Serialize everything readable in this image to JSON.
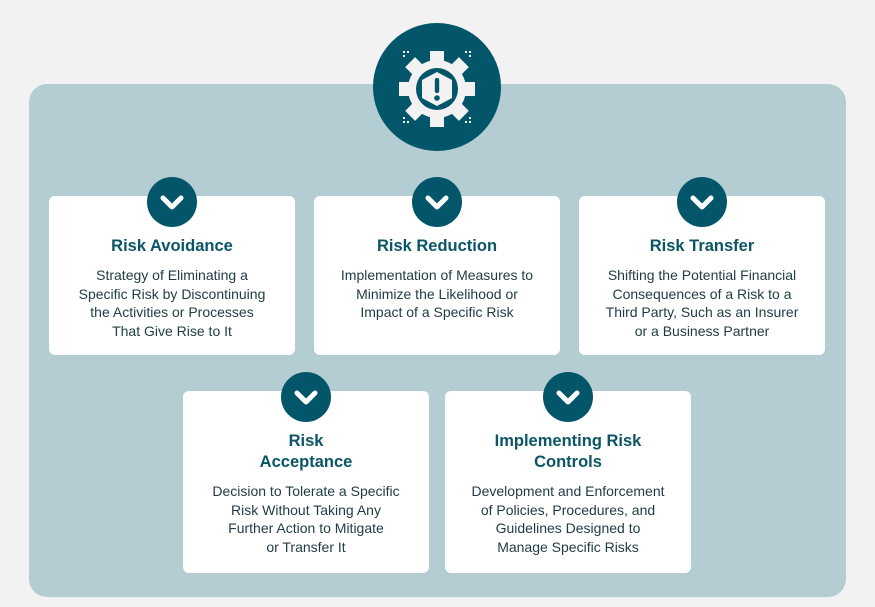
{
  "colors": {
    "background": "#f2f2f2",
    "panel": "#b3cdd2",
    "accent": "#03566a",
    "title": "#0b5566",
    "text": "#1f3b44"
  },
  "hub": {
    "icon": "gear-warning-icon"
  },
  "cards": [
    {
      "title": "Risk Avoidance",
      "lines": [
        "Strategy of Eliminating a",
        "Specific Risk by Discontinuing",
        "the Activities or Processes",
        "That Give Rise to It"
      ]
    },
    {
      "title": "Risk Reduction",
      "lines": [
        "Implementation of Measures to",
        "Minimize the Likelihood or",
        "Impact of a Specific Risk"
      ]
    },
    {
      "title": "Risk Transfer",
      "lines": [
        "Shifting the Potential Financial",
        "Consequences of a Risk to a",
        "Third Party, Such as an Insurer",
        "or a Business Partner"
      ]
    },
    {
      "title_lines": [
        "Risk",
        "Acceptance"
      ],
      "lines": [
        "Decision to Tolerate a Specific",
        "Risk Without Taking Any",
        "Further Action to Mitigate",
        "or Transfer It"
      ]
    },
    {
      "title_lines": [
        "Implementing Risk",
        "Controls"
      ],
      "lines": [
        "Development and Enforcement",
        "of Policies, Procedures, and",
        "Guidelines Designed to",
        "Manage Specific Risks"
      ]
    }
  ]
}
